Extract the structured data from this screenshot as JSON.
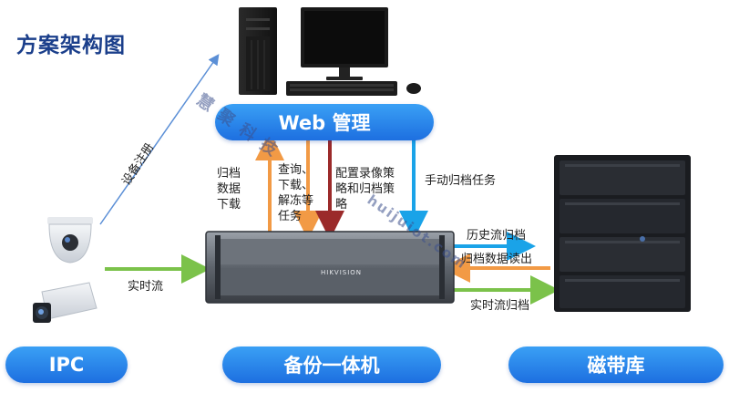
{
  "title": "方案架构图",
  "nodes": {
    "web": "Web 管理",
    "ipc": "IPC",
    "backup": "备份一体机",
    "tape": "磁带库"
  },
  "edges": {
    "device_register": "设备注册",
    "archive_download": "归档数据下载",
    "query_tasks": "查询、下载、解冻等任务",
    "config_policy": "配置录像策略和归档策略",
    "manual_archive": "手动归档任务",
    "realtime_stream": "实时流",
    "history_archive": "历史流归档",
    "archive_read": "归档数据读出",
    "realtime_archive": "实时流归档"
  },
  "device_labels": {
    "backup_brand": "HIKVISION"
  },
  "watermark": {
    "cn": "慧 聚 科 技",
    "url": "huijuiot.com"
  },
  "colors": {
    "accent_blue": "#1d6fe0",
    "arrow_blue": "#1aa3e8",
    "arrow_orange": "#f29a45",
    "arrow_darkred": "#9b2a2a",
    "arrow_green": "#7bc24a",
    "arrow_navy": "#5b8fd6"
  }
}
